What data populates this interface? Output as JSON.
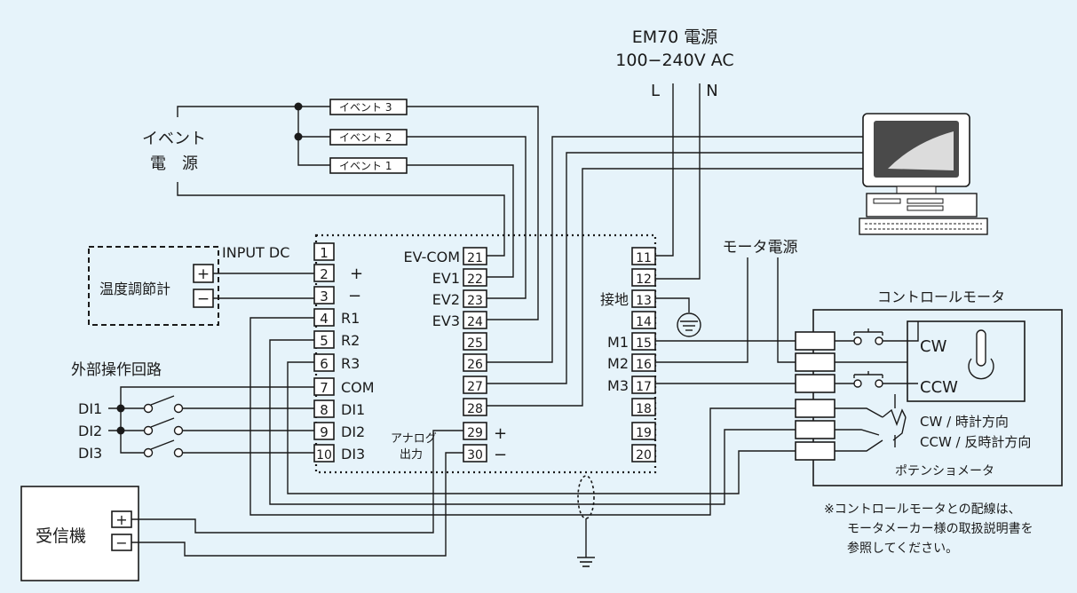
{
  "power": {
    "title": "EM70 電源",
    "voltage": "100−240V AC",
    "l": "L",
    "n": "N"
  },
  "event_source": {
    "line1": "イベント",
    "line2": "電　源",
    "events": [
      "イベント 3",
      "イベント 2",
      "イベント 1"
    ]
  },
  "temp_controller": {
    "label": "温度調節計",
    "input": "INPUT DC",
    "plus": "+",
    "minus": "−"
  },
  "left_terminals": [
    {
      "num": "1",
      "label": ""
    },
    {
      "num": "2",
      "label": "+"
    },
    {
      "num": "3",
      "label": "−"
    },
    {
      "num": "4",
      "label": "R1"
    },
    {
      "num": "5",
      "label": "R2"
    },
    {
      "num": "6",
      "label": "R3"
    },
    {
      "num": "7",
      "label": "COM"
    },
    {
      "num": "8",
      "label": "DI1"
    },
    {
      "num": "9",
      "label": "DI2"
    },
    {
      "num": "10",
      "label": "DI3"
    }
  ],
  "mid_terminals": [
    {
      "num": "21",
      "label": "EV-COM"
    },
    {
      "num": "22",
      "label": "EV1"
    },
    {
      "num": "23",
      "label": "EV2"
    },
    {
      "num": "24",
      "label": "EV3"
    },
    {
      "num": "25",
      "label": ""
    },
    {
      "num": "26",
      "label": ""
    },
    {
      "num": "27",
      "label": ""
    },
    {
      "num": "28",
      "label": ""
    },
    {
      "num": "29",
      "label": "+"
    },
    {
      "num": "30",
      "label": "−"
    }
  ],
  "right_terminals": [
    {
      "num": "11",
      "label": ""
    },
    {
      "num": "12",
      "label": ""
    },
    {
      "num": "13",
      "label": "接地"
    },
    {
      "num": "14",
      "label": ""
    },
    {
      "num": "15",
      "label": "M1"
    },
    {
      "num": "16",
      "label": "M2"
    },
    {
      "num": "17",
      "label": "M3"
    },
    {
      "num": "18",
      "label": ""
    },
    {
      "num": "19",
      "label": ""
    },
    {
      "num": "20",
      "label": ""
    }
  ],
  "analog": {
    "line1": "アナログ",
    "line2": "出力"
  },
  "external": {
    "title": "外部操作回路",
    "inputs": [
      "DI1",
      "DI2",
      "DI3"
    ]
  },
  "receiver": {
    "label": "受信機",
    "plus": "+",
    "minus": "−"
  },
  "motor_power": "モータ電源",
  "control_motor": {
    "title": "コントロールモータ",
    "cw": "CW",
    "ccw": "CCW",
    "cw_dir": "CW  / 時計方向",
    "ccw_dir": "CCW / 反時計方向",
    "pot": "ポテンショメータ"
  },
  "note": {
    "line1": "※コントロールモータとの配線は、",
    "line2": "モータメーカー様の取扱説明書を",
    "line3": "参照してください。"
  }
}
